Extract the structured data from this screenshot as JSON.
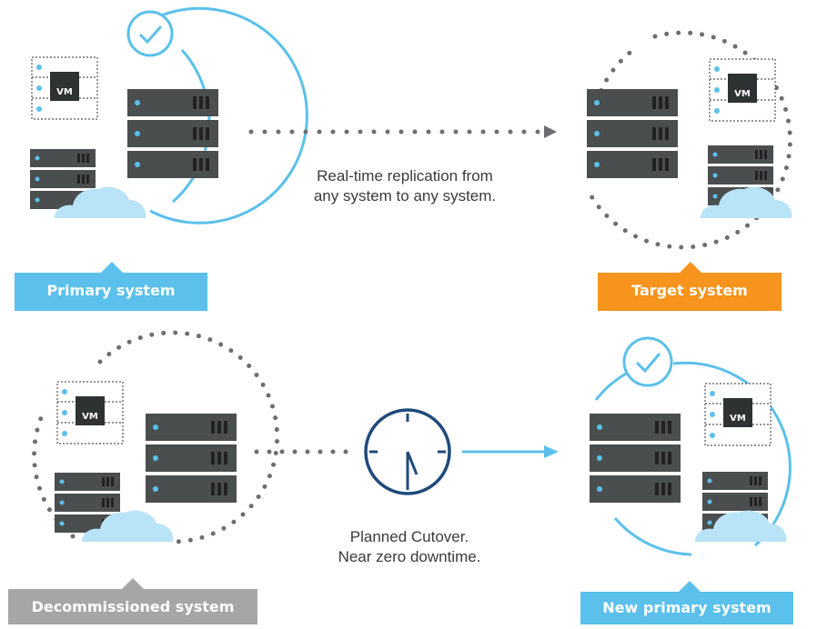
{
  "captions": {
    "replication_line1": "Real-time replication from",
    "replication_line2": "any system to any system.",
    "cutover_line1": "Planned Cutover.",
    "cutover_line2": "Near zero downtime."
  },
  "labels": {
    "primary": "Primary system",
    "target": "Target system",
    "decommissioned": "Decommissioned system",
    "new_primary": "New primary system"
  },
  "vm_badge": "VM",
  "colors": {
    "blue": "#5bc0eb",
    "light_blue": "#b9e3f6",
    "orange": "#f7941d",
    "gray": "#a6a6a6",
    "server": "#4a4e4f",
    "dots": "#6d6e71",
    "navy": "#1f4a7a"
  }
}
